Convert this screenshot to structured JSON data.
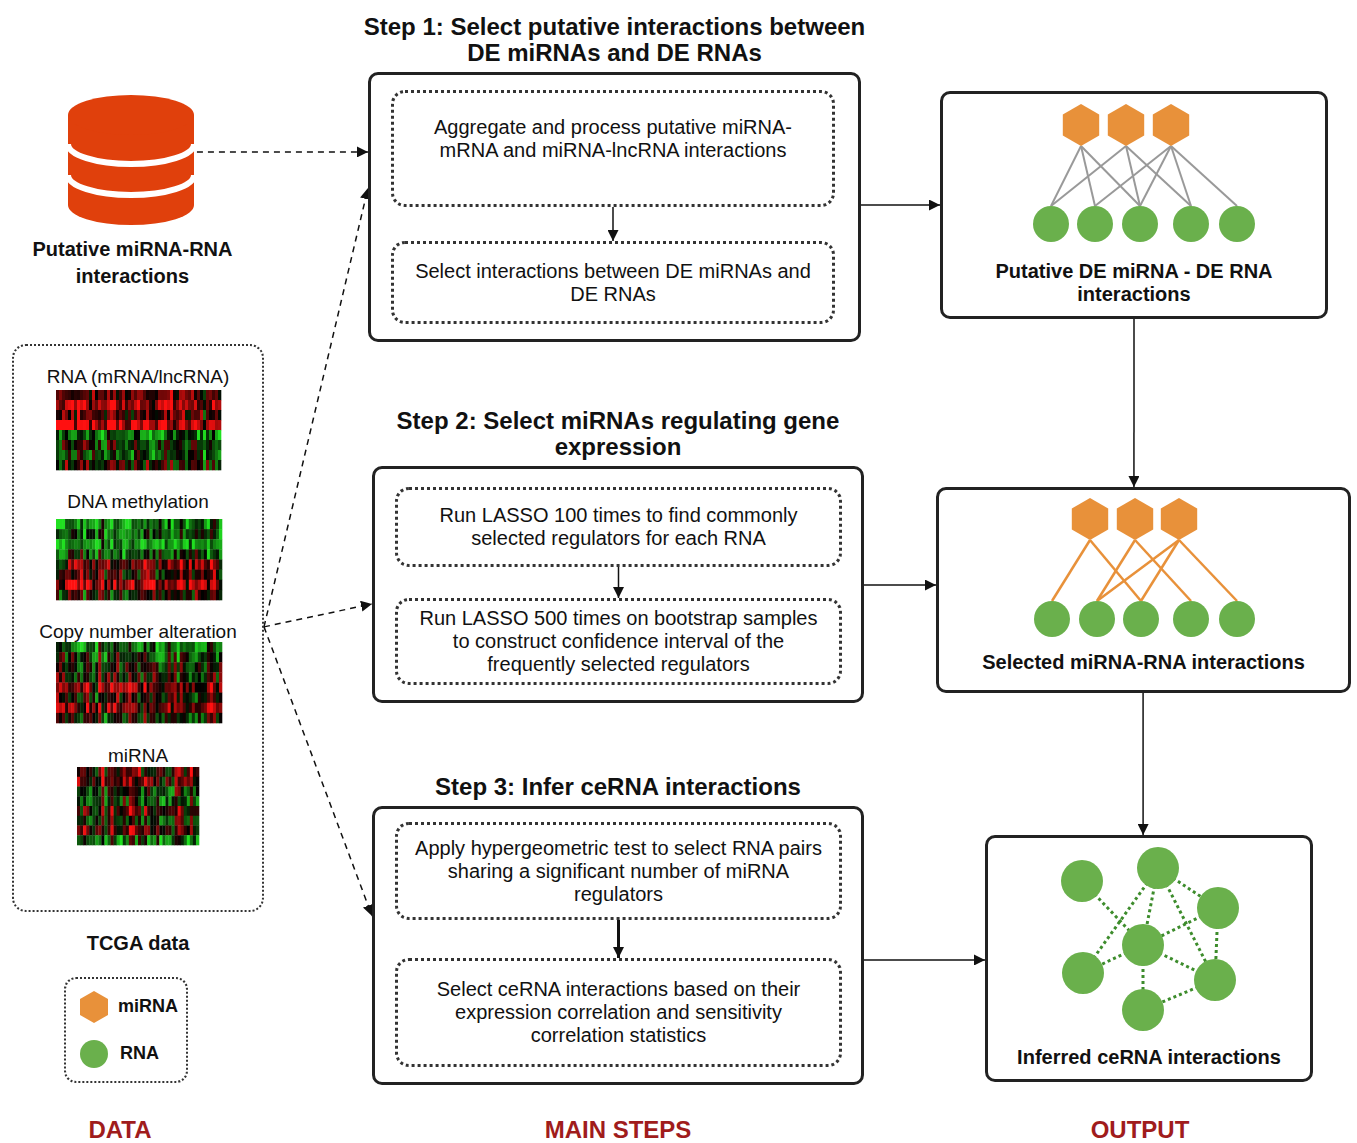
{
  "diagram": {
    "nodes": [
      {
        "text": [
          "Putative miRNA-RNA interactions"
        ]
      },
      {
        "text": [
          "TCGA data"
        ]
      },
      {
        "text": [
          "RNA (mRNA/lncRNA)"
        ],
        "in": 1
      },
      {
        "text": [
          "DNA methylation"
        ],
        "in": 1
      },
      {
        "text": [
          "Copy number alteration"
        ],
        "in": 1
      },
      {
        "text": [
          "miRNA"
        ],
        "in": 1
      },
      {
        "text": [
          "Step 1: Select putative interactions between DE miRNAs and DE RNAs"
        ]
      },
      {
        "text": [
          "Aggregate and process putative miRNA-mRNA and miRNA-lncRNA interactions"
        ],
        "in": 6
      },
      {
        "text": [
          "Select interactions between DE miRNAs and DE RNAs"
        ],
        "in": 6
      },
      {
        "text": [
          "Step 2: Select miRNAs regulating gene expression"
        ]
      },
      {
        "text": [
          "Run LASSO 100 times to find commonly selected regulators for each RNA"
        ],
        "in": 9
      },
      {
        "text": [
          "Run LASSO 500 times on bootstrap samples to construct confidence interval of the frequently selected regulators"
        ],
        "in": 9
      },
      {
        "text": [
          "Step 3: Infer ceRNA interactions"
        ]
      },
      {
        "text": [
          "Apply hypergeometric test to select RNA pairs sharing a significant number of miRNA regulators"
        ],
        "in": 12
      },
      {
        "text": [
          "Select ceRNA interactions based on their expression correlation and sensitivity correlation statistics"
        ],
        "in": 12
      },
      {
        "text": [
          "Putative DE miRNA - DE RNA interactions"
        ]
      },
      {
        "text": [
          "Selected miRNA-RNA interactions"
        ]
      },
      {
        "text": [
          "Inferred ceRNA interactions"
        ]
      }
    ],
    "edges": [
      {
        "from": 0,
        "to": 6,
        "arrow": "to"
      },
      {
        "from": 1,
        "to": 6,
        "arrow": "to"
      },
      {
        "from": 1,
        "to": 9,
        "arrow": "to"
      },
      {
        "from": 1,
        "to": 12,
        "arrow": "to"
      },
      {
        "from": 7,
        "to": 8,
        "arrow": "to"
      },
      {
        "from": 10,
        "to": 11,
        "arrow": "to"
      },
      {
        "from": 13,
        "to": 14,
        "arrow": "to"
      },
      {
        "from": 6,
        "to": 15,
        "arrow": "to"
      },
      {
        "from": 9,
        "to": 16,
        "arrow": "to"
      },
      {
        "from": 12,
        "to": 17,
        "arrow": "to"
      },
      {
        "from": 15,
        "to": 16,
        "arrow": "to"
      },
      {
        "from": 16,
        "to": 17,
        "arrow": "to"
      }
    ],
    "labels": [
      "DATA",
      "MAIN STEPS",
      "OUTPUT"
    ],
    "legend": [
      {
        "text": "miRNA",
        "color": "#e8913a"
      },
      {
        "text": "RNA",
        "color": "#6ab04c"
      }
    ]
  }
}
